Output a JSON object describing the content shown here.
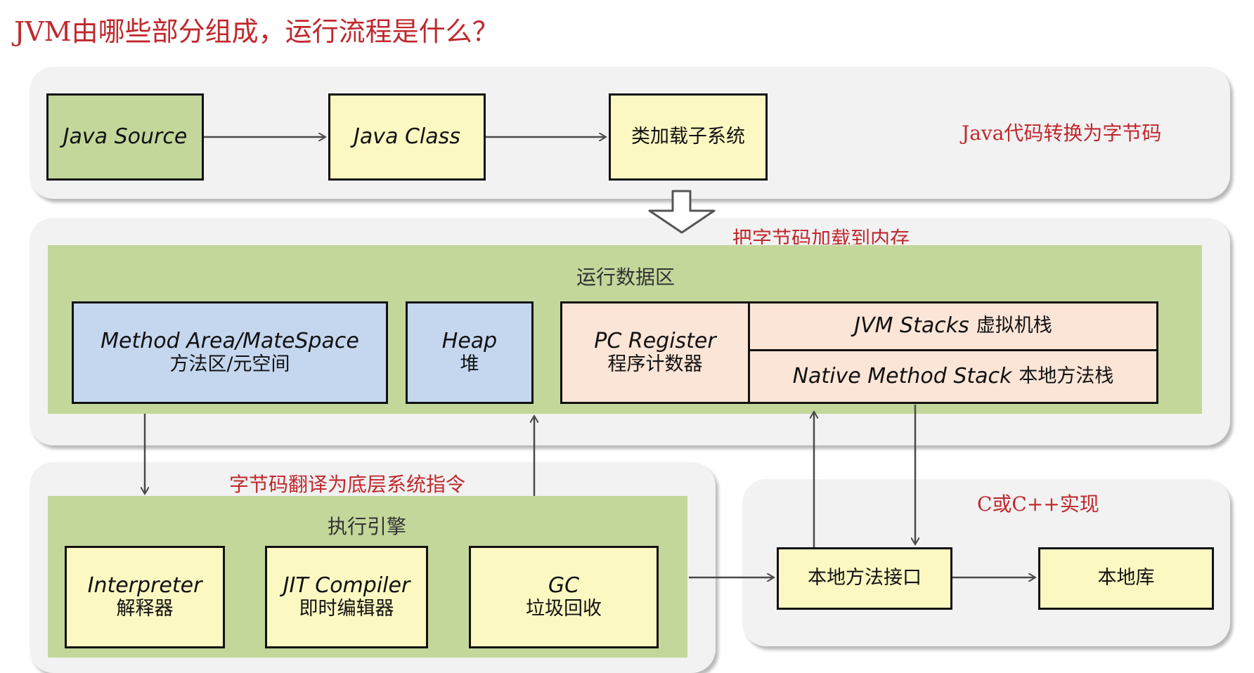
{
  "title": "JVM由哪些部分组成，运行流程是什么？",
  "top": {
    "java_source": "Java Source",
    "java_class": "Java Class",
    "class_loader": "类加载子系统",
    "note": "Java代码转换为字节码"
  },
  "load_note": "把字节码加载到内存",
  "runtime": {
    "label": "运行数据区",
    "method_area_en": "Method Area/MateSpace",
    "method_area_cn": "方法区/元空间",
    "heap_en": "Heap",
    "heap_cn": "堆",
    "pc_en": "PC Register",
    "pc_cn": "程序计数器",
    "stacks_en": "JVM Stacks",
    "stacks_cn": "虚拟机栈",
    "native_stack_en": "Native Method Stack",
    "native_stack_cn": "本地方法栈"
  },
  "engine": {
    "note": "字节码翻译为底层系统指令",
    "label": "执行引擎",
    "interpreter_en": "Interpreter",
    "interpreter_cn": "解释器",
    "jit_en": "JIT Compiler",
    "jit_cn": "即时编辑器",
    "gc_en": "GC",
    "gc_cn": "垃圾回收"
  },
  "native": {
    "note": "C或C++实现",
    "interface": "本地方法接口",
    "library": "本地库"
  },
  "colors": {
    "accent_red": "#c0282d",
    "panel_gray": "#f2f2f2",
    "green": "#c3d79b",
    "yellow": "#fcf8c2",
    "blue": "#c5d7ef",
    "peach": "#fbe5d7"
  }
}
